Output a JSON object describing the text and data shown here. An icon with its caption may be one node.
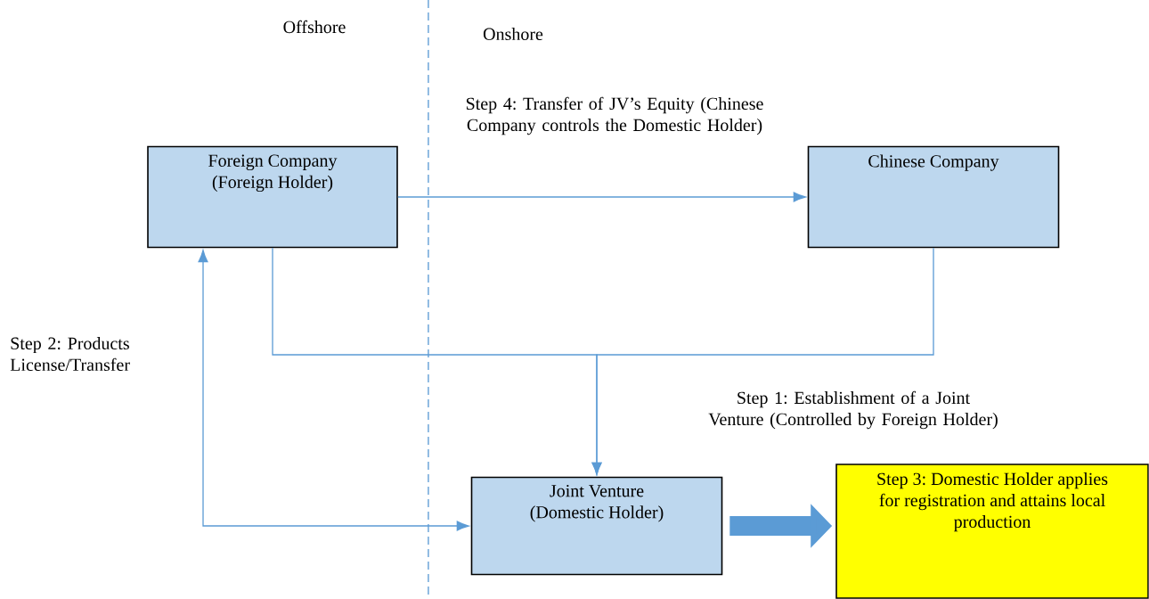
{
  "diagram": {
    "nodes": [
      {
        "text": [
          "Foreign Company",
          "(Foreign Holder)"
        ]
      },
      {
        "text": [
          "Chinese Company"
        ]
      },
      {
        "text": [
          "Joint Venture",
          "(Domestic Holder)"
        ]
      },
      {
        "text": [
          "Step 3: Domestic Holder applies for registration and attains local production"
        ]
      }
    ],
    "edges": [
      {
        "from": 0,
        "to": 1,
        "arrow": "to",
        "label": "Step 4: Transfer of JV’s Equity (Chinese Company controls the Domestic Holder)"
      },
      {
        "from": 0,
        "to": 2,
        "arrow": "to"
      },
      {
        "from": 1,
        "to": 2,
        "arrow": "to",
        "label": "Step 1: Establishment of a Joint Venture (Controlled by Foreign Holder)"
      },
      {
        "from": 2,
        "to": 0,
        "arrow": "both",
        "label": "Step 2: Products License/Transfer"
      },
      {
        "from": 2,
        "to": 3,
        "arrow": "to",
        "style": "thick"
      }
    ],
    "labels": [
      "Offshore",
      "Onshore"
    ]
  }
}
